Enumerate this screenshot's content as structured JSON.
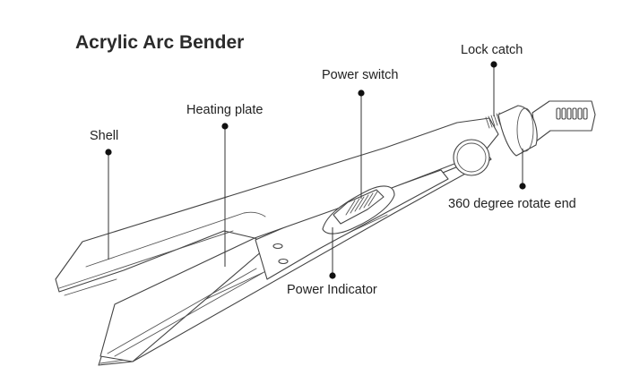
{
  "diagram": {
    "title": "Acrylic Arc Bender",
    "callouts": {
      "lock_catch": "Lock catch",
      "power_switch": "Power switch",
      "heating_plate": "Heating plate",
      "shell": "Shell",
      "rotate_end": "360 degree rotate end",
      "power_indicator": "Power Indicator"
    }
  }
}
